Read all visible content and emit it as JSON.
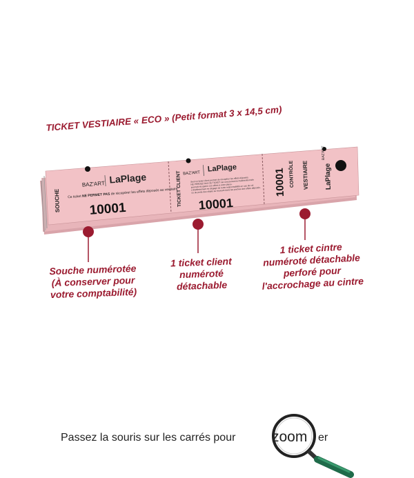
{
  "title": "TICKET VESTIAIRE « ECO » (Petit format 3 x 14,5 cm)",
  "ticket": {
    "brand": "BAZ'ART",
    "logo_text": "LaPlage",
    "stub_label": "SOUCHE",
    "stub_note_prefix": "Ce ticket",
    "stub_note_bold": "NE PERMET PAS",
    "stub_note_suffix": "de récupérer les effets déposés au vestiaire",
    "number": "10001",
    "client_label": "TICKET CLIENT",
    "client_fine_print": [
      "Seul ce ticket client permet de récupérer les effets déposés.",
      "NE PERDEZ PAS CE TICKET car une personne malintentionnée",
      "pourrait récupérer vos effets à votre place.",
      "L'établissement se dégage de toute responsabilité en cas de vol",
      "ou de perte des objets se trouvant dans les poches des effets déposés."
    ],
    "control_label": "CONTRÔLE",
    "cloakroom_label": "VESTIAIRE"
  },
  "callouts": [
    {
      "lines": [
        "Souche numérotée",
        "(À conserver pour",
        "votre comptabilité)"
      ]
    },
    {
      "lines": [
        "1 ticket client",
        "numéroté",
        "détachable"
      ]
    },
    {
      "lines": [
        "1 ticket cintre",
        "numéroté détachable",
        "perforé pour",
        "l'accrochage au cintre"
      ]
    }
  ],
  "zoom_hint": {
    "before": "Passez la souris sur les carrés pour",
    "zoom_word": "zoom",
    "after": "er"
  },
  "colors": {
    "ticket_pink": "#f2c2c6",
    "accent": "#9b1b30"
  }
}
